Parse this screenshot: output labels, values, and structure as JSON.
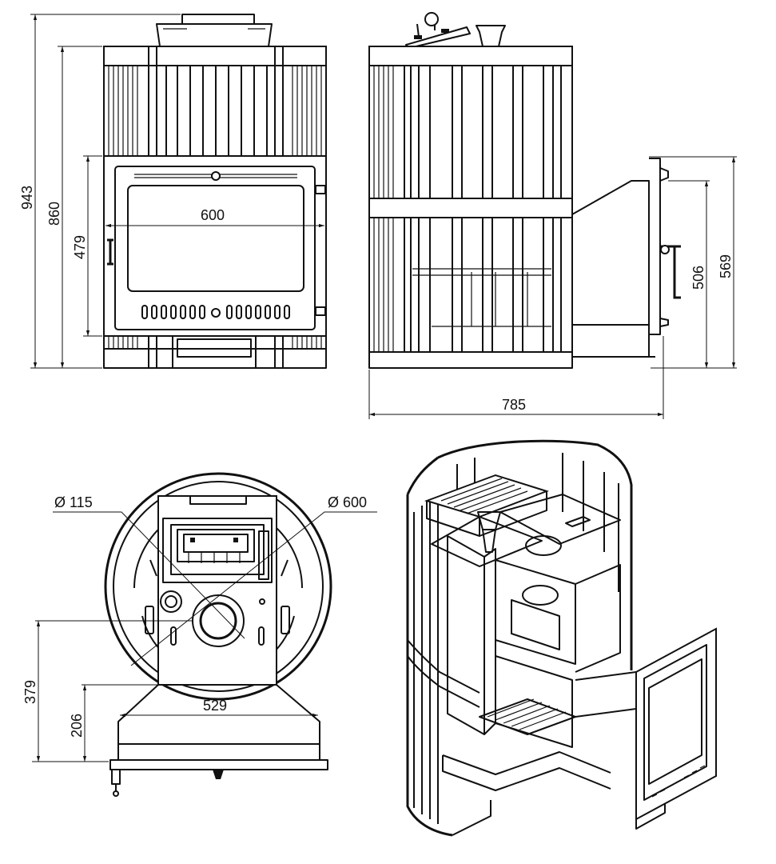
{
  "front_view": {
    "dim_total_height": "943",
    "dim_body_height": "860",
    "dim_door_height": "479",
    "dim_door_width": "600"
  },
  "side_view": {
    "dim_depth": "785",
    "dim_tunnel_height": "569",
    "dim_tunnel_inner": "506"
  },
  "top_view": {
    "dim_flue_diameter": "Ø 115",
    "dim_outer_diameter": "Ø 600",
    "dim_flue_offset": "379",
    "dim_tunnel_depth": "206",
    "dim_tunnel_width": "529"
  }
}
